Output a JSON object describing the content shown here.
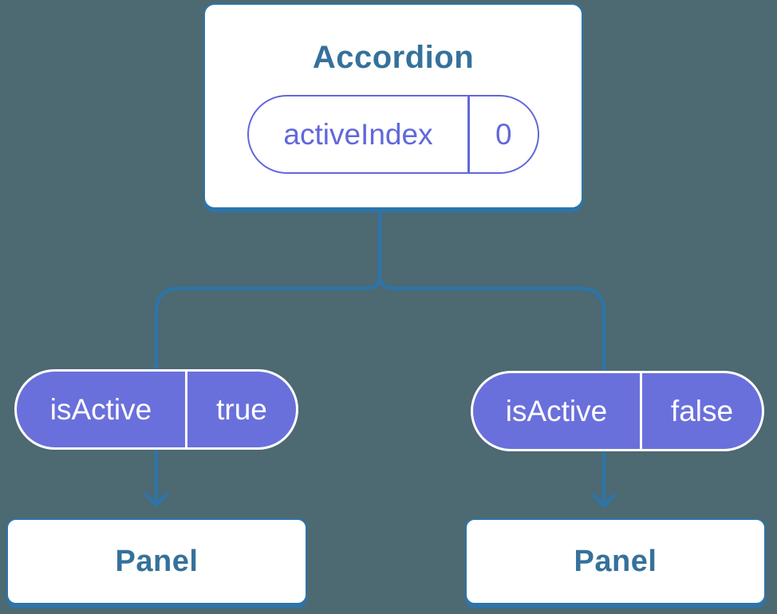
{
  "diagram": {
    "root": {
      "title": "Accordion",
      "state": {
        "name": "activeIndex",
        "value": "0"
      }
    },
    "children": [
      {
        "prop": {
          "name": "isActive",
          "value": "true"
        },
        "label": "Panel"
      },
      {
        "prop": {
          "name": "isActive",
          "value": "false"
        },
        "label": "Panel"
      }
    ]
  },
  "theme": {
    "bg": "#4D6972",
    "blue": "#2E74A8",
    "text-blue": "#35719B",
    "purple": "#6168DB",
    "purple-fill": "#6A70DB",
    "card-bg": "#FFFFFF",
    "pill-text": "#FFFFFF"
  }
}
